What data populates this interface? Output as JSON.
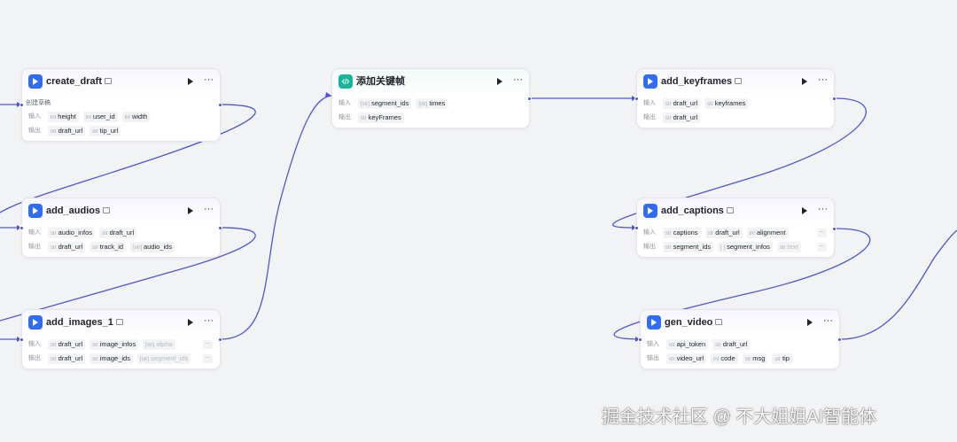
{
  "canvas": {
    "background": "#f2f3f5",
    "edge_color": "#4e55d4"
  },
  "nodes": {
    "create_draft": {
      "title": "create_draft",
      "icon": "plugin-icon",
      "description": "创建草稿",
      "input_label": "输入",
      "output_label": "输出",
      "inputs": [
        {
          "type": "int",
          "name": "height"
        },
        {
          "type": "int",
          "name": "user_id"
        },
        {
          "type": "int",
          "name": "width"
        }
      ],
      "outputs": [
        {
          "type": "str",
          "name": "draft_url"
        },
        {
          "type": "str",
          "name": "tip_url"
        }
      ]
    },
    "add_audios": {
      "title": "add_audios",
      "icon": "plugin-icon",
      "input_label": "输入",
      "output_label": "输出",
      "inputs": [
        {
          "type": "str",
          "name": "audio_infos"
        },
        {
          "type": "str",
          "name": "draft_url"
        }
      ],
      "outputs": [
        {
          "type": "str",
          "name": "draft_url"
        },
        {
          "type": "str",
          "name": "track_id"
        },
        {
          "type": "[str]",
          "name": "audio_ids"
        }
      ]
    },
    "add_images_1": {
      "title": "add_images_1",
      "icon": "plugin-icon",
      "input_label": "输入",
      "output_label": "输出",
      "inputs": [
        {
          "type": "str",
          "name": "draft_url"
        },
        {
          "type": "str",
          "name": "image_infos"
        },
        {
          "type": "[str]",
          "name": "alpha"
        }
      ],
      "outputs": [
        {
          "type": "str",
          "name": "draft_url"
        },
        {
          "type": "str",
          "name": "image_ids"
        },
        {
          "type": "[str]",
          "name": "segment_ids"
        }
      ],
      "more_label": "···"
    },
    "add_keyframe_code": {
      "title": "添加关键帧",
      "icon": "code-icon",
      "input_label": "输入",
      "output_label": "输出",
      "inputs": [
        {
          "type": "[str]",
          "name": "segment_ids"
        },
        {
          "type": "[str]",
          "name": "times"
        }
      ],
      "outputs": [
        {
          "type": "str",
          "name": "keyFrames"
        }
      ]
    },
    "add_keyframes": {
      "title": "add_keyframes",
      "icon": "plugin-icon",
      "input_label": "输入",
      "output_label": "输出",
      "inputs": [
        {
          "type": "str",
          "name": "draft_url"
        },
        {
          "type": "str",
          "name": "keyframes"
        }
      ],
      "outputs": [
        {
          "type": "str",
          "name": "draft_url"
        }
      ]
    },
    "add_captions": {
      "title": "add_captions",
      "icon": "plugin-icon",
      "input_label": "输入",
      "output_label": "输出",
      "inputs": [
        {
          "type": "str",
          "name": "captions"
        },
        {
          "type": "str",
          "name": "draft_url"
        },
        {
          "type": "int",
          "name": "alignment"
        }
      ],
      "outputs": [
        {
          "type": "str",
          "name": "segment_ids"
        },
        {
          "type": "[ ]",
          "name": "segment_infos"
        },
        {
          "type": "str",
          "name": "text"
        }
      ],
      "more_label": "···"
    },
    "gen_video": {
      "title": "gen_video",
      "icon": "plugin-icon",
      "input_label": "输入",
      "output_label": "输出",
      "inputs": [
        {
          "type": "str",
          "name": "api_token"
        },
        {
          "type": "str",
          "name": "draft_url"
        }
      ],
      "outputs": [
        {
          "type": "str",
          "name": "video_url"
        },
        {
          "type": "int",
          "name": "code"
        },
        {
          "type": "str",
          "name": "msg"
        },
        {
          "type": "str",
          "name": "tip"
        }
      ]
    }
  },
  "node_actions": {
    "run_icon": "play-icon",
    "more_label": "···"
  },
  "watermark": "掘金技术社区 @ 不大姐姐AI智能体"
}
